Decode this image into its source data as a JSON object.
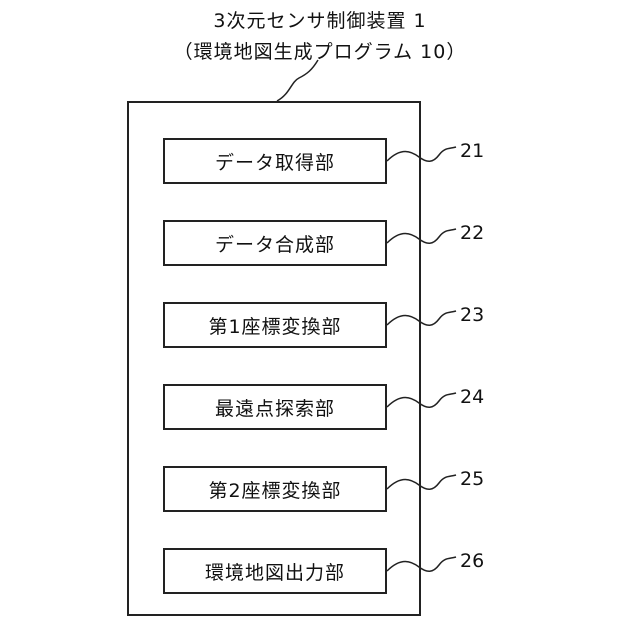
{
  "title": {
    "line1": "3次元センサ制御装置 1",
    "line2": "（環境地図生成プログラム 10）"
  },
  "modules": [
    {
      "label": "データ取得部",
      "ref": "21"
    },
    {
      "label": "データ合成部",
      "ref": "22"
    },
    {
      "label": "第1座標変換部",
      "ref": "23"
    },
    {
      "label": "最遠点探索部",
      "ref": "24"
    },
    {
      "label": "第2座標変換部",
      "ref": "25"
    },
    {
      "label": "環境地図出力部",
      "ref": "26"
    }
  ]
}
